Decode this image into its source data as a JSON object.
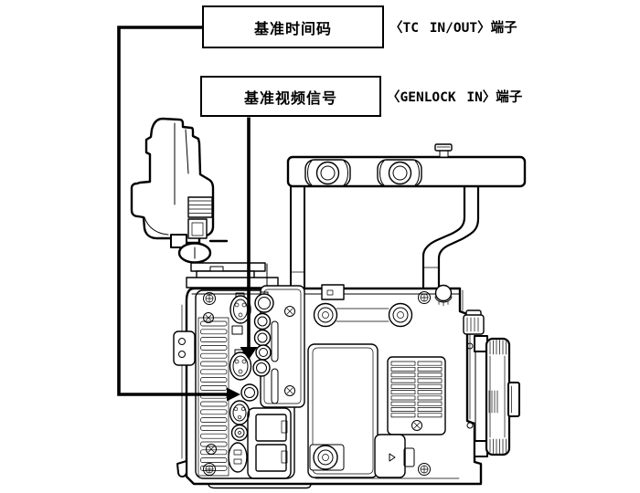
{
  "canvas": {
    "background": "#ffffff",
    "line_color": "#000000"
  },
  "callouts": {
    "tc": {
      "box_label": "基准时间码",
      "terminal_label": "〈TC IN/OUT〉端子"
    },
    "genlock": {
      "box_label": "基准视频信号",
      "terminal_label": "〈GENLOCK IN〉端子"
    }
  }
}
